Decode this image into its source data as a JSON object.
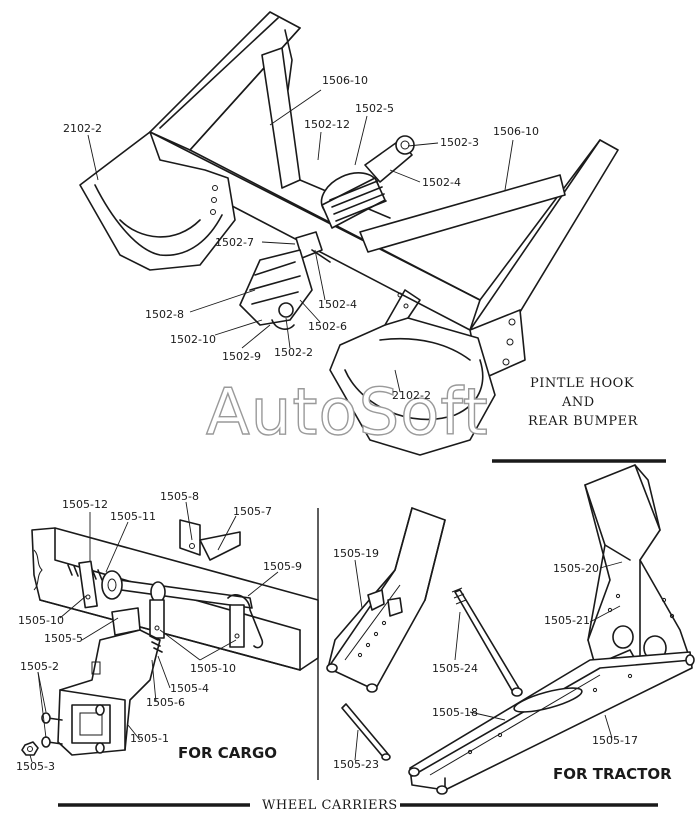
{
  "watermark": "AutoSoft",
  "captions": {
    "pintle_line1": "PINTLE HOOK",
    "pintle_line2": "AND",
    "pintle_line3": "REAR BUMPER",
    "for_cargo": "FOR CARGO",
    "for_tractor": "FOR TRACTOR",
    "wheel_carriers": "WHEEL CARRIERS"
  },
  "labels": {
    "l_2102_2_a": "2102-2",
    "l_1506_10_a": "1506-10",
    "l_1502_5": "1502-5",
    "l_1502_12": "1502-12",
    "l_1502_3": "1502-3",
    "l_1506_10_b": "1506-10",
    "l_1502_4_a": "1502-4",
    "l_1502_7": "1502-7",
    "l_1502_8": "1502-8",
    "l_1502_4_b": "1502-4",
    "l_1502_6": "1502-6",
    "l_1502_10": "1502-10",
    "l_1502_9": "1502-9",
    "l_1502_2": "1502-2",
    "l_2102_2_b": "2102-2",
    "l_1505_12": "1505-12",
    "l_1505_11": "1505-11",
    "l_1505_8": "1505-8",
    "l_1505_7": "1505-7",
    "l_1505_9": "1505-9",
    "l_1505_10_a": "1505-10",
    "l_1505_5": "1505-5",
    "l_1505_10_b": "1505-10",
    "l_1505_2": "1505-2",
    "l_1505_4": "1505-4",
    "l_1505_6": "1505-6",
    "l_1505_1": "1505-1",
    "l_1505_3": "1505-3",
    "l_1505_19": "1505-19",
    "l_1505_20": "1505-20",
    "l_1505_21": "1505-21",
    "l_1505_24": "1505-24",
    "l_1505_18": "1505-18",
    "l_1505_17": "1505-17",
    "l_1505_23": "1505-23"
  }
}
